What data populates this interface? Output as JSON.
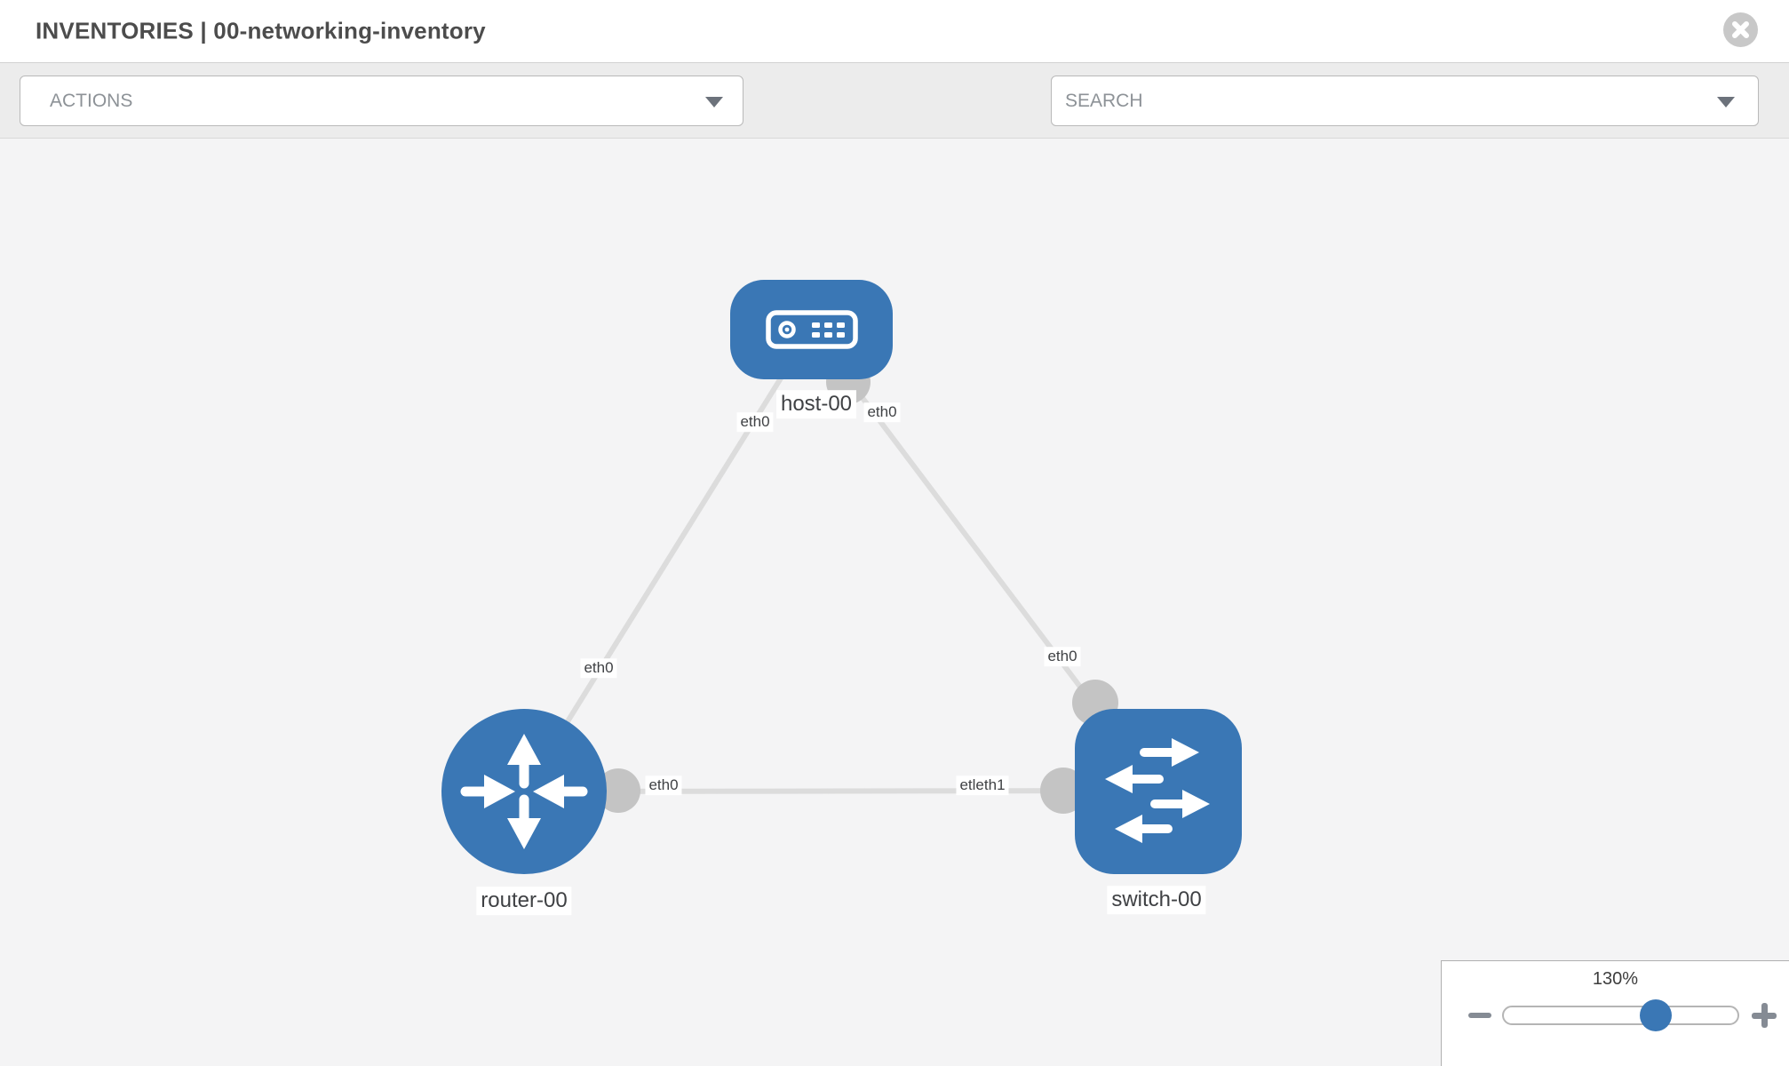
{
  "header": {
    "title": "INVENTORIES | 00-networking-inventory",
    "close_icon": "circle-x-icon"
  },
  "toolbar": {
    "actions": {
      "label": "ACTIONS",
      "caret_icon": "chevron-down-icon"
    },
    "tools": [
      {
        "icon": "wrench-icon"
      },
      {
        "icon": "key-icon"
      }
    ],
    "search": {
      "placeholder": "SEARCH",
      "caret_icon": "chevron-down-icon"
    }
  },
  "canvas": {
    "nodes": [
      {
        "id": "host-00",
        "label": "host-00",
        "type": "host",
        "icon": "host-device-icon"
      },
      {
        "id": "router-00",
        "label": "router-00",
        "type": "router",
        "icon": "router-arrows-icon"
      },
      {
        "id": "switch-00",
        "label": "switch-00",
        "type": "switch",
        "icon": "switch-arrows-icon"
      }
    ],
    "links": [
      {
        "from": "host-00",
        "to": "router-00"
      },
      {
        "from": "host-00",
        "to": "switch-00"
      },
      {
        "from": "router-00",
        "to": "switch-00"
      }
    ],
    "interface_labels": [
      {
        "text": "eth0"
      },
      {
        "text": "eth0"
      },
      {
        "text": "eth0"
      },
      {
        "text": "eth0"
      },
      {
        "text": "eth0"
      },
      {
        "text": "etleth1"
      }
    ]
  },
  "zoom_control": {
    "level": "130%",
    "percent_along_track": 65
  },
  "colors": {
    "node_blue": "#3a77b5",
    "link_gray": "#dcdcdc",
    "interface_dot_gray": "#c4c4c4",
    "toolbar_gray": "#ececec",
    "canvas_gray": "#f4f4f5"
  }
}
